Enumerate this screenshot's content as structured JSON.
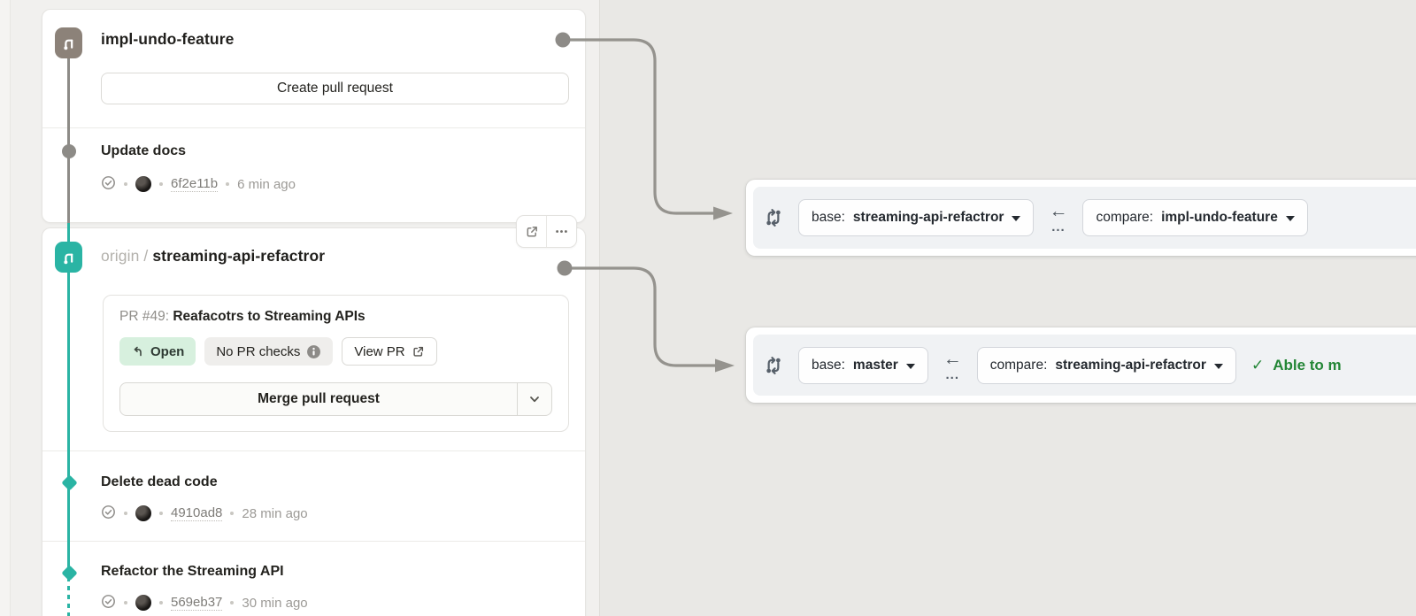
{
  "branches": [
    {
      "name": "impl-undo-feature",
      "action_button": "Create pull request",
      "commits": [
        {
          "title": "Update docs",
          "hash": "6f2e11b",
          "time": "6 min ago"
        }
      ]
    },
    {
      "remote": "origin",
      "separator": "/",
      "name": "streaming-api-refactror",
      "pr": {
        "label": "PR #49:",
        "title": "Reafacotrs to Streaming APIs",
        "status": "Open",
        "checks": "No PR checks",
        "view": "View PR",
        "merge": "Merge pull request"
      },
      "commits": [
        {
          "title": "Delete dead code",
          "hash": "4910ad8",
          "time": "28 min ago"
        },
        {
          "title": "Refactor the Streaming API",
          "hash": "569eb37",
          "time": "30 min ago"
        }
      ]
    }
  ],
  "compare_bars": [
    {
      "base_label": "base:",
      "base": "streaming-api-refactror",
      "arrow": "←",
      "ellipsis": "...",
      "compare_label": "compare:",
      "compare": "impl-undo-feature"
    },
    {
      "base_label": "base:",
      "base": "master",
      "arrow": "←",
      "ellipsis": "...",
      "compare_label": "compare:",
      "compare": "streaming-api-refactror",
      "mergeable_icon": "✓",
      "mergeable": "Able to m"
    }
  ],
  "colors": {
    "teal": "#2ab4a4",
    "taupe": "#8c8279",
    "connector_gray": "#95938e",
    "mergeable_green": "#238636",
    "open_badge_bg": "#d7f0de"
  }
}
